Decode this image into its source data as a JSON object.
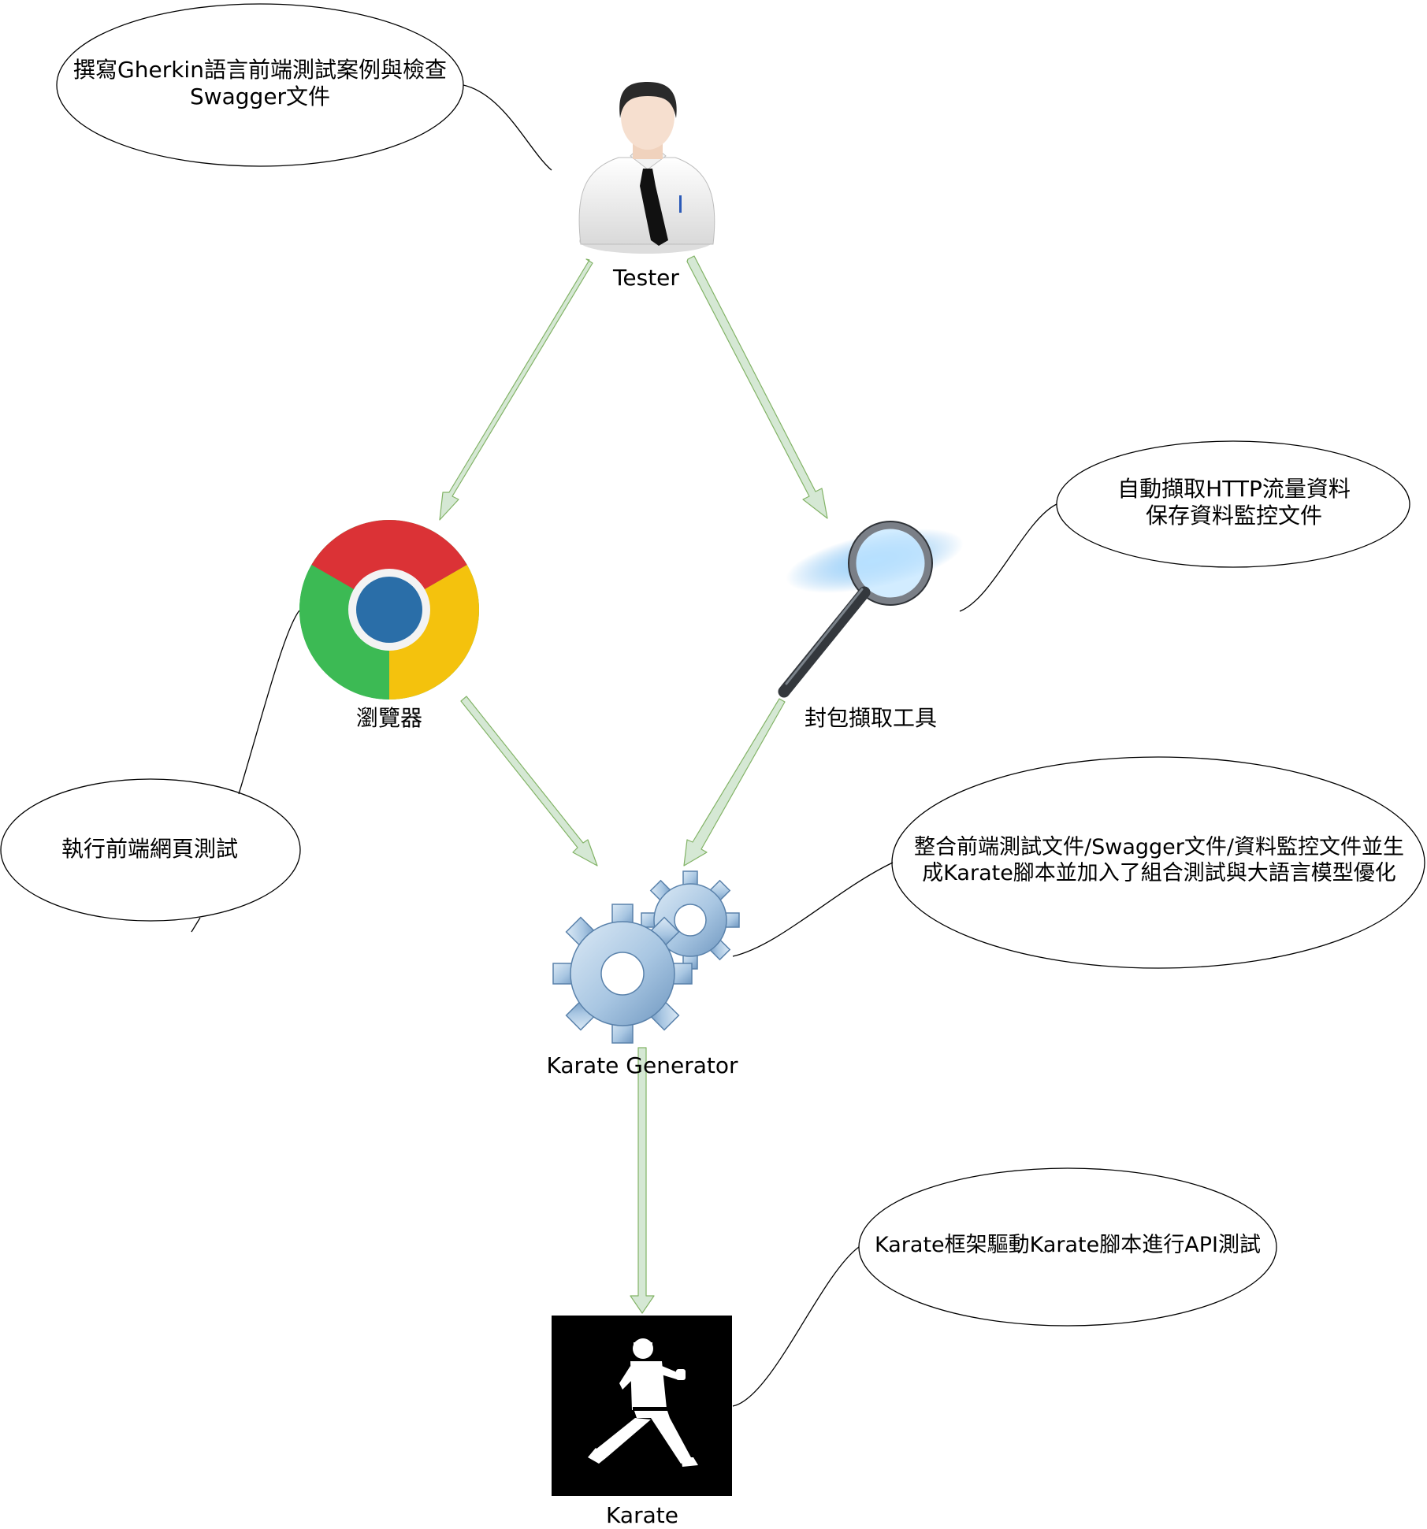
{
  "nodes": {
    "tester": {
      "label": "Tester",
      "icon": "tester-person-icon"
    },
    "browser": {
      "label": "瀏覽器",
      "icon": "chrome-browser-icon"
    },
    "sniffer": {
      "label": "封包擷取工具",
      "icon": "magnifier-icon"
    },
    "generator": {
      "label": "Karate Generator",
      "icon": "gears-icon"
    },
    "karate": {
      "label": "Karate",
      "icon": "karate-fighter-icon"
    }
  },
  "notes": {
    "tester_note": {
      "line1": "撰寫Gherkin語言前端測試案例與檢查",
      "line2": "Swagger文件"
    },
    "browser_note": {
      "line1": "執行前端網頁測試"
    },
    "sniffer_note": {
      "line1": "自動擷取HTTP流量資料",
      "line2": "保存資料監控文件"
    },
    "generator_note": {
      "line1": "整合前端測試文件/Swagger文件/資料監控文件並生",
      "line2": "成Karate腳本並加入了組合測試與大語言模型優化"
    },
    "karate_note": {
      "line1": "Karate框架驅動Karate腳本進行API測試"
    }
  },
  "colors": {
    "arrow": "#d5e8d4",
    "arrow_stroke": "#82b366",
    "chrome_red": "#db3236",
    "chrome_green": "#3cba54",
    "chrome_yellow": "#f4c20d",
    "chrome_blue": "#2a6ea8",
    "karate_bg": "#000000"
  }
}
